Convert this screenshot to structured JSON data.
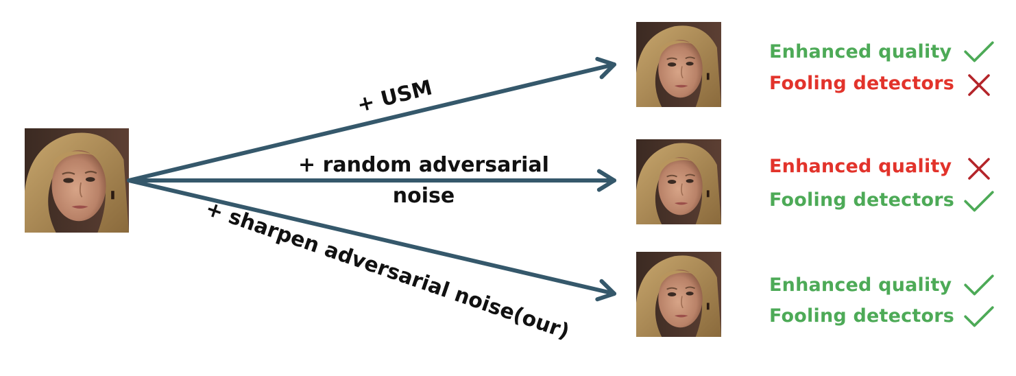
{
  "colors": {
    "arrow": "#35586b",
    "good": "#4daa57",
    "bad": "#e2332b",
    "check": "#4daa57",
    "cross": "#b4252a"
  },
  "source_image": {
    "icon": "face-photo"
  },
  "methods": [
    {
      "label_lines": [
        "+ USM"
      ],
      "icon": "face-photo"
    },
    {
      "label_lines": [
        "+ random adversarial",
        "noise"
      ],
      "icon": "face-photo"
    },
    {
      "label_lines": [
        "+ sharpen adversarial noise(our)"
      ],
      "icon": "face-photo"
    }
  ],
  "results": [
    [
      {
        "text": "Enhanced quality",
        "status": "good",
        "icon": "check-icon"
      },
      {
        "text": "Fooling detectors",
        "status": "bad",
        "icon": "cross-icon"
      }
    ],
    [
      {
        "text": "Enhanced quality",
        "status": "bad",
        "icon": "cross-icon"
      },
      {
        "text": "Fooling detectors",
        "status": "good",
        "icon": "check-icon"
      }
    ],
    [
      {
        "text": "Enhanced quality",
        "status": "good",
        "icon": "check-icon"
      },
      {
        "text": "Fooling detectors",
        "status": "good",
        "icon": "check-icon"
      }
    ]
  ]
}
